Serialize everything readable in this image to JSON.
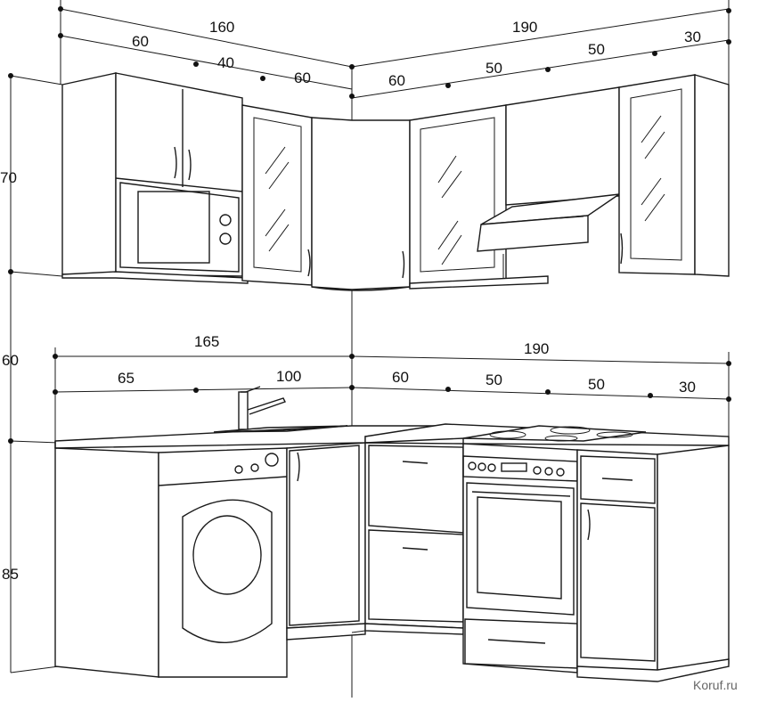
{
  "diagram": {
    "dims": {
      "upper_total_left": "160",
      "upper_total_right": "190",
      "upper_left_a": "60",
      "upper_left_b": "40",
      "upper_left_c": "60",
      "upper_right_a": "60",
      "upper_right_b": "50",
      "upper_right_c": "50",
      "upper_right_d": "30",
      "lower_total_left": "165",
      "lower_total_right": "190",
      "lower_left_a": "65",
      "lower_left_b": "100",
      "lower_right_a": "60",
      "lower_right_b": "50",
      "lower_right_c": "50",
      "lower_right_d": "30",
      "height_upper": "70",
      "height_gap": "60",
      "height_lower": "85"
    },
    "watermark": "Koruf.ru"
  }
}
